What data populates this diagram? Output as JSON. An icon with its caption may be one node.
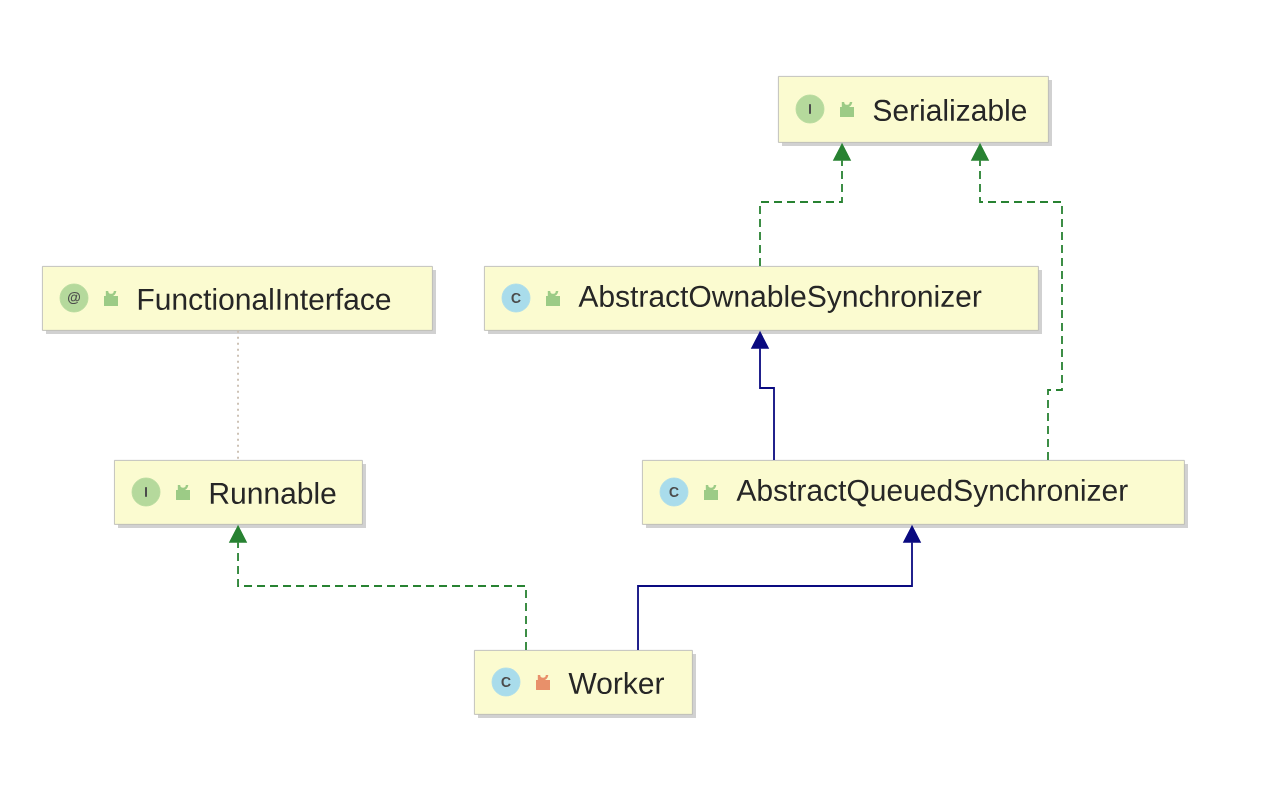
{
  "diagram": {
    "nodes": [
      {
        "text": [
          "I",
          "Serializable"
        ]
      },
      {
        "text": [
          "@",
          "FunctionalInterface"
        ]
      },
      {
        "text": [
          "C",
          "AbstractOwnableSynchronizer"
        ]
      },
      {
        "text": [
          "I",
          "Runnable"
        ]
      },
      {
        "text": [
          "C",
          "AbstractQueuedSynchronizer"
        ]
      },
      {
        "text": [
          "C",
          "Worker"
        ]
      }
    ],
    "edges": [
      {
        "from": 2,
        "to": 0,
        "arrow": "to",
        "style": "dashed"
      },
      {
        "from": 4,
        "to": 0,
        "arrow": "to",
        "style": "dashed"
      },
      {
        "from": 4,
        "to": 2,
        "arrow": "to",
        "color": "#0a0a80"
      },
      {
        "from": 5,
        "to": 3,
        "arrow": "to",
        "style": "dashed"
      },
      {
        "from": 5,
        "to": 4,
        "arrow": "to",
        "color": "#0a0a80"
      },
      {
        "from": 1,
        "to": 3,
        "arrow": "none",
        "style": "dashed",
        "color": "#c8bcae"
      }
    ]
  }
}
